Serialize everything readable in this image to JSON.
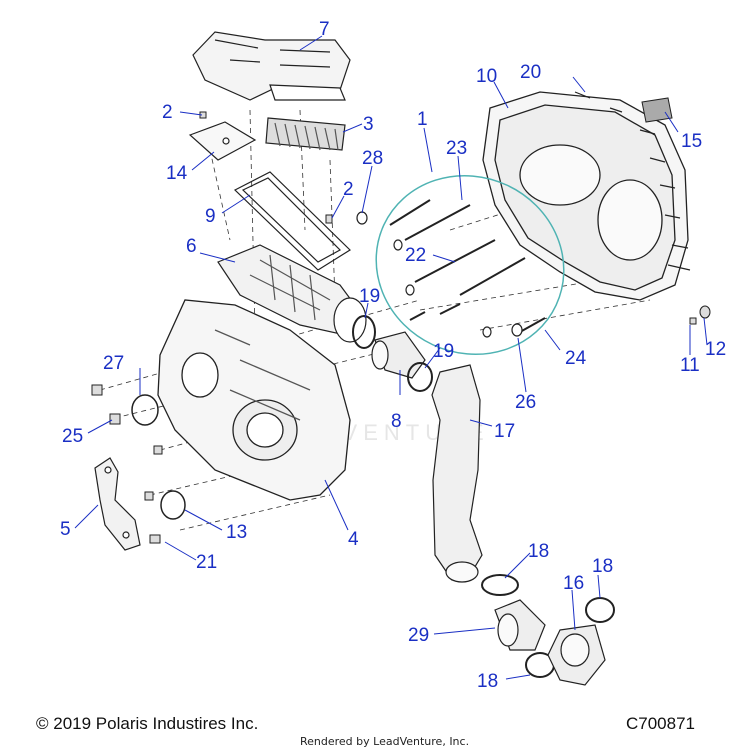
{
  "diagram": {
    "callouts": {
      "c1": "1",
      "c2a": "2",
      "c2b": "2",
      "c3": "3",
      "c4": "4",
      "c5": "5",
      "c6": "6",
      "c7": "7",
      "c8": "8",
      "c9": "9",
      "c10": "10",
      "c11": "11",
      "c12": "12",
      "c13": "13",
      "c14": "14",
      "c15": "15",
      "c16": "16",
      "c17": "17",
      "c18a": "18",
      "c18b": "18",
      "c18c": "18",
      "c19a": "19",
      "c19b": "19",
      "c20": "20",
      "c21": "21",
      "c22": "22",
      "c23": "23",
      "c24": "24",
      "c25": "25",
      "c26": "26",
      "c27": "27",
      "c28": "28",
      "c29": "29"
    },
    "watermark": "ADVENTURE",
    "colors": {
      "callout": "#1a2fc4",
      "leader": "#1a2fc4",
      "outline": "#222222",
      "seal": "#4fb3b3"
    }
  },
  "footer": {
    "copyright": "© 2019 Polaris Industires Inc.",
    "code": "C700871",
    "rendered_by": "Rendered by LeadVenture, Inc."
  }
}
